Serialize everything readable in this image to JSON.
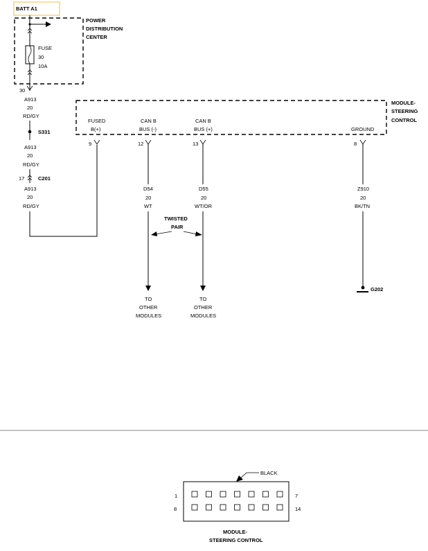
{
  "battery": {
    "label": "BATT A1"
  },
  "pdc": {
    "name_lines": [
      "POWER",
      "DISTRIBUTION",
      "CENTER"
    ],
    "fuse": {
      "name": "FUSE",
      "number": "30",
      "rating": "10A"
    },
    "cavity": "30"
  },
  "wire_a913_upper": {
    "circuit": "A913",
    "gauge": "20",
    "color": "RD/GY"
  },
  "splice": {
    "label": "S331"
  },
  "wire_a913_mid": {
    "circuit": "A913",
    "gauge": "20",
    "color": "RD/GY"
  },
  "connector_c201": {
    "pin": "17",
    "label": "C201"
  },
  "wire_a913_lower": {
    "circuit": "A913",
    "gauge": "20",
    "color": "RD/GY"
  },
  "module": {
    "name_lines": [
      "MODULE-",
      "STEERING",
      "CONTROL"
    ],
    "pins": [
      {
        "lines": [
          "FUSED",
          "B(+)"
        ],
        "pin": "9"
      },
      {
        "lines": [
          "CAN B",
          "BUS (-)"
        ],
        "pin": "12"
      },
      {
        "lines": [
          "CAN B",
          "BUS (+)"
        ],
        "pin": "13"
      },
      {
        "lines": [
          "GROUND"
        ],
        "pin": "8"
      }
    ]
  },
  "wires_out": [
    {
      "circuit": "D54",
      "gauge": "20",
      "color": "WT",
      "dest_lines": [
        "TO",
        "OTHER",
        "MODULES"
      ]
    },
    {
      "circuit": "D55",
      "gauge": "20",
      "color": "WT/OR",
      "dest_lines": [
        "TO",
        "OTHER",
        "MODULES"
      ]
    },
    {
      "circuit": "Z910",
      "gauge": "20",
      "color": "BK/TN"
    }
  ],
  "twisted_pair": {
    "lines": [
      "TWISTED",
      "PAIR"
    ]
  },
  "ground": {
    "label": "G202"
  },
  "connector_view": {
    "color_label": "BLACK",
    "pin_top_left": "1",
    "pin_top_right": "7",
    "pin_bottom_left": "8",
    "pin_bottom_right": "14",
    "title_lines": [
      "MODULE-",
      "STEERING CONTROL"
    ],
    "rows": 2,
    "cols": 7
  }
}
